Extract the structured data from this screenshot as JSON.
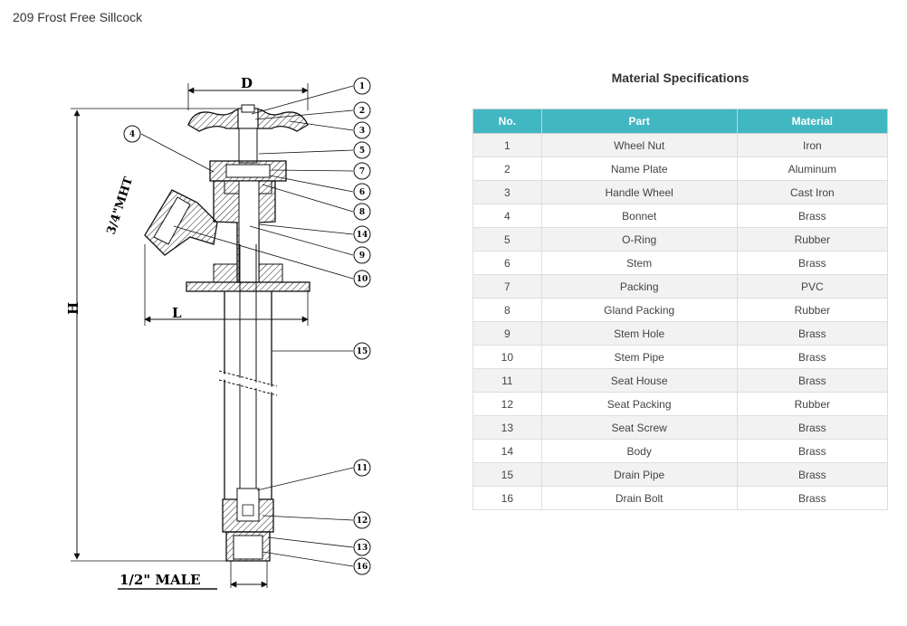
{
  "page_title": "209 Frost Free Sillcock",
  "drawing": {
    "dim_d": "D",
    "dim_h": "H",
    "dim_l": "L",
    "thread_label": "3/4\"MHT",
    "male_label": "1/2\" MALE",
    "callouts": [
      "1",
      "2",
      "3",
      "4",
      "5",
      "7",
      "6",
      "8",
      "14",
      "9",
      "10",
      "15",
      "11",
      "12",
      "13",
      "16"
    ]
  },
  "spec": {
    "title": "Material Specifications",
    "headers": {
      "no": "No.",
      "part": "Part",
      "material": "Material"
    },
    "rows": [
      {
        "no": "1",
        "part": "Wheel Nut",
        "material": "Iron"
      },
      {
        "no": "2",
        "part": "Name Plate",
        "material": "Aluminum"
      },
      {
        "no": "3",
        "part": "Handle Wheel",
        "material": "Cast Iron"
      },
      {
        "no": "4",
        "part": "Bonnet",
        "material": "Brass"
      },
      {
        "no": "5",
        "part": "O-Ring",
        "material": "Rubber"
      },
      {
        "no": "6",
        "part": "Stem",
        "material": "Brass"
      },
      {
        "no": "7",
        "part": "Packing",
        "material": "PVC"
      },
      {
        "no": "8",
        "part": "Gland Packing",
        "material": "Rubber"
      },
      {
        "no": "9",
        "part": "Stem Hole",
        "material": "Brass"
      },
      {
        "no": "10",
        "part": "Stem Pipe",
        "material": "Brass"
      },
      {
        "no": "11",
        "part": "Seat House",
        "material": "Brass"
      },
      {
        "no": "12",
        "part": "Seat Packing",
        "material": "Rubber"
      },
      {
        "no": "13",
        "part": "Seat Screw",
        "material": "Brass"
      },
      {
        "no": "14",
        "part": "Body",
        "material": "Brass"
      },
      {
        "no": "15",
        "part": "Drain Pipe",
        "material": "Brass"
      },
      {
        "no": "16",
        "part": "Drain Bolt",
        "material": "Brass"
      }
    ]
  }
}
